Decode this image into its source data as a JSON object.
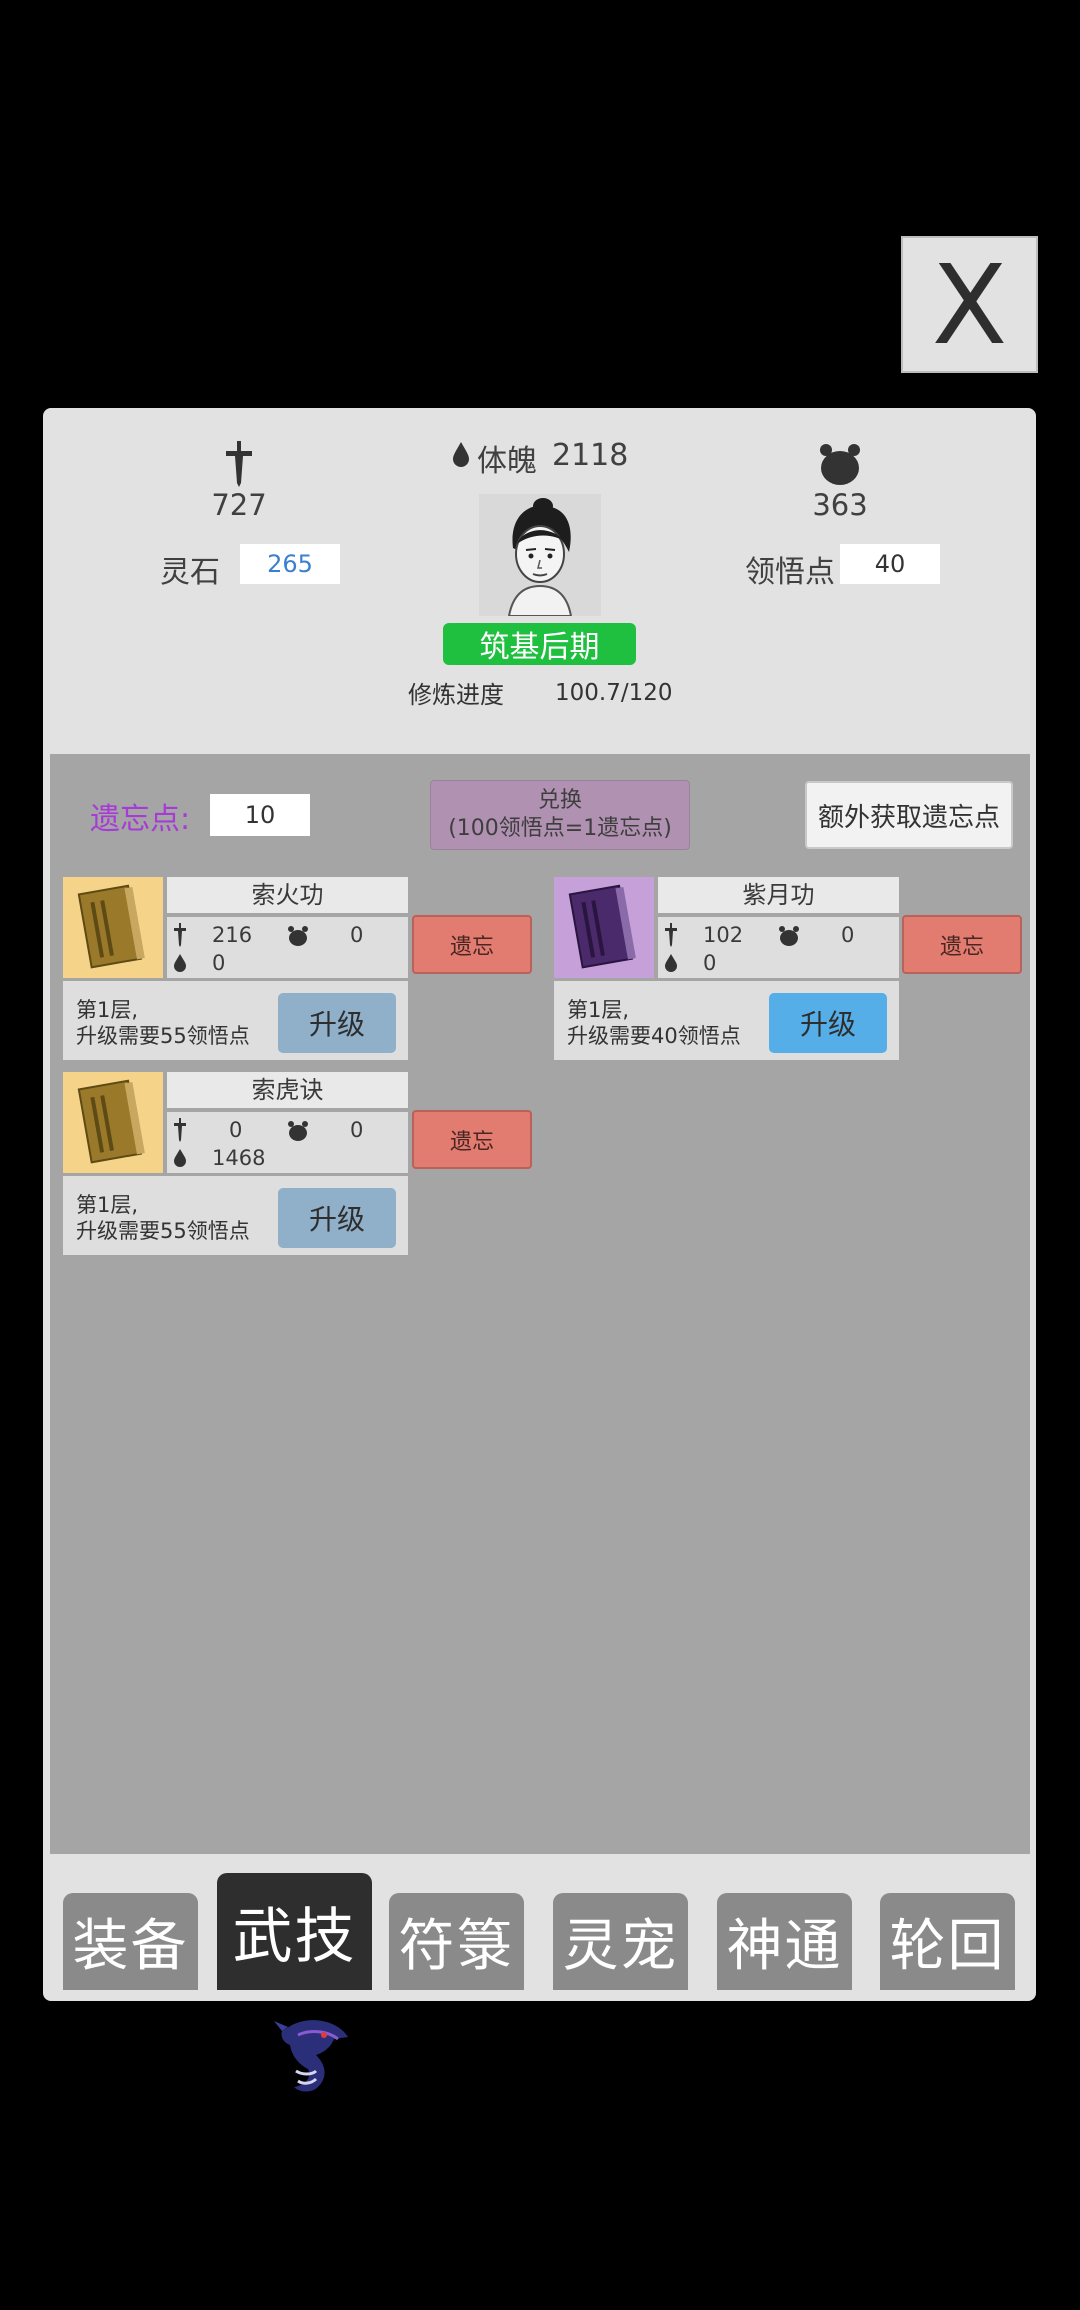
{
  "close": {
    "label": "X"
  },
  "stats": {
    "attack_value": "727",
    "body_label": "体魄",
    "body_value": "2118",
    "defense_value": "363",
    "spirit_stone_label": "灵石",
    "spirit_stone_value": "265",
    "insight_label": "领悟点",
    "insight_value": "40",
    "realm": "筑基后期",
    "cultivation_label": "修炼进度",
    "cultivation_value": "100.7/120"
  },
  "forget_section": {
    "points_label": "遗忘点:",
    "points_value": "10",
    "exchange_line1": "兑换",
    "exchange_line2": "(100领悟点=1遗忘点)",
    "extra_button": "额外获取遗忘点"
  },
  "skills": [
    {
      "name": "索火功",
      "attack": "216",
      "defense": "0",
      "body": "0",
      "layer": "第1层,",
      "upgrade_cost": "升级需要55领悟点",
      "upgrade_label": "升级",
      "forget_label": "遗忘",
      "book_color": "#f5d48a",
      "cover_color": "#9a7a2a",
      "button_color": "#8fb0c8"
    },
    {
      "name": "紫月功",
      "attack": "102",
      "defense": "0",
      "body": "0",
      "layer": "第1层,",
      "upgrade_cost": "升级需要40领悟点",
      "upgrade_label": "升级",
      "forget_label": "遗忘",
      "book_color": "#c6a0d8",
      "cover_color": "#4a2a6a",
      "button_color": "#55aee8"
    },
    {
      "name": "索虎诀",
      "attack": "0",
      "defense": "0",
      "body": "1468",
      "layer": "第1层,",
      "upgrade_cost": "升级需要55领悟点",
      "upgrade_label": "升级",
      "forget_label": "遗忘",
      "book_color": "#f5d48a",
      "cover_color": "#9a7a2a",
      "button_color": "#8fb0c8"
    }
  ],
  "tabs": [
    {
      "label": "装备"
    },
    {
      "label": "武技"
    },
    {
      "label": "符箓"
    },
    {
      "label": "灵宠"
    },
    {
      "label": "神通"
    },
    {
      "label": "轮回"
    }
  ],
  "active_tab": "武技"
}
